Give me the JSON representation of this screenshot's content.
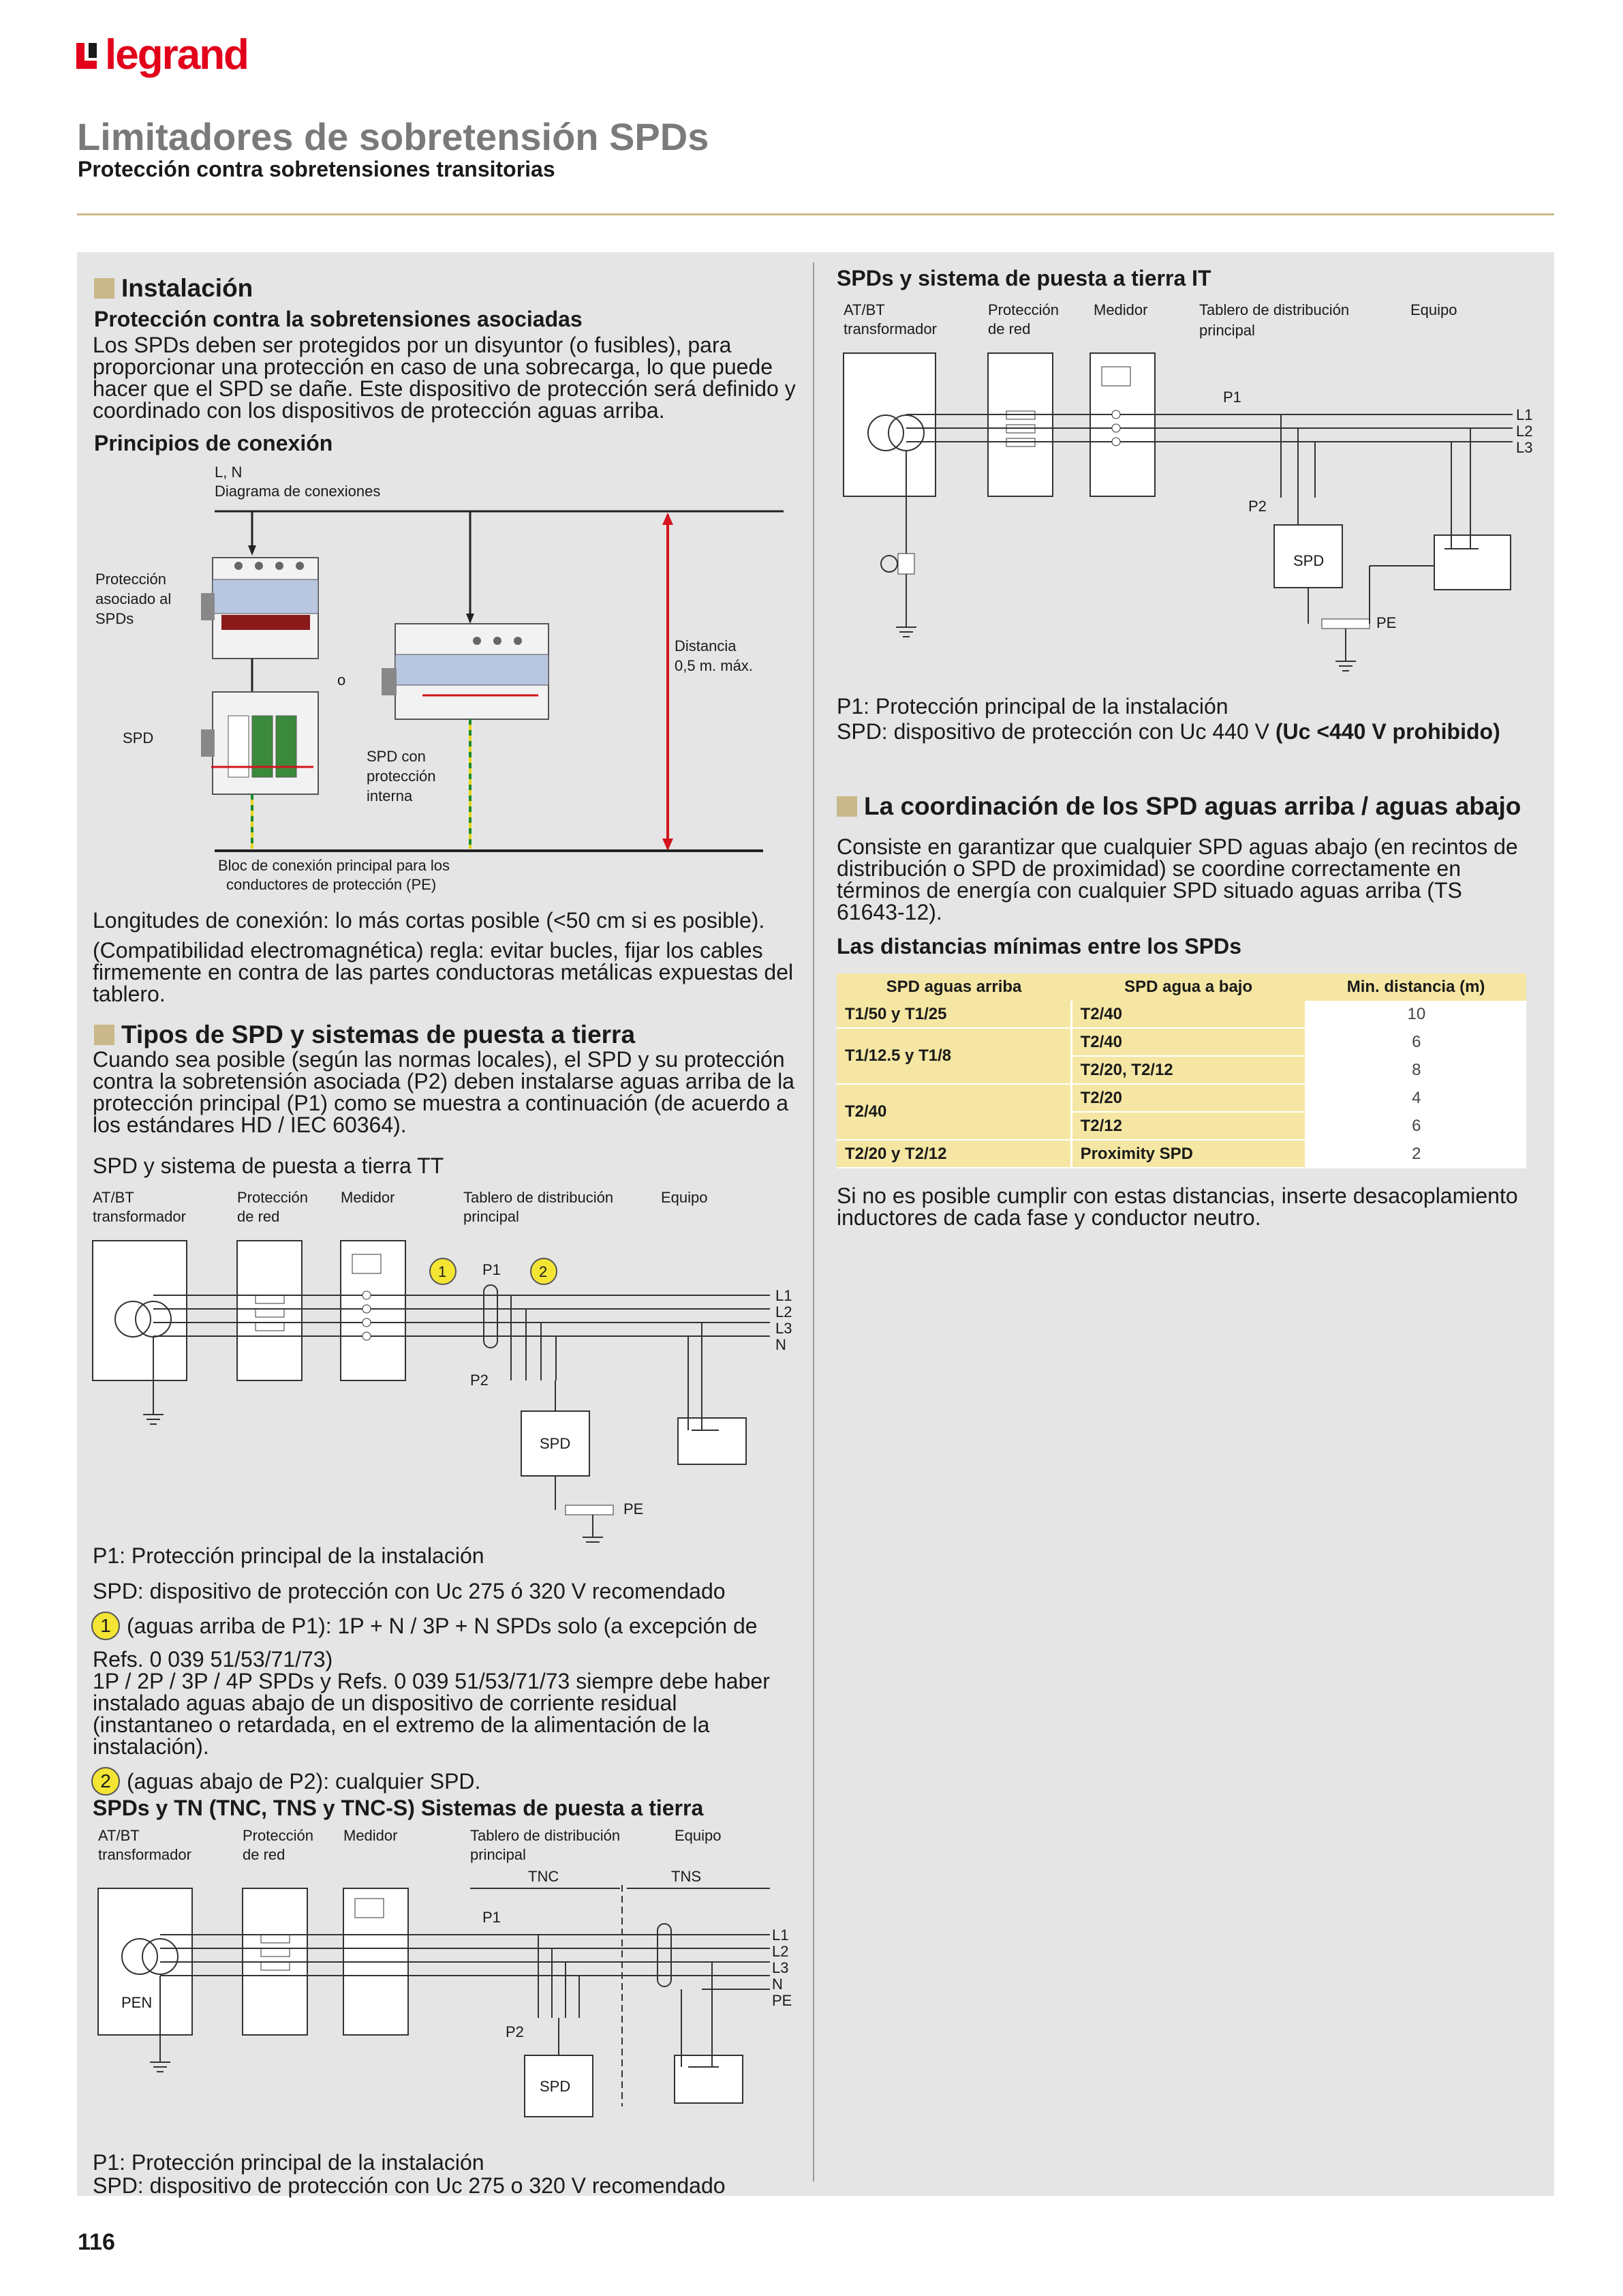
{
  "brand": {
    "name": "legrand"
  },
  "header": {
    "title": "Limitadores de sobretensión SPDs",
    "subtitle": "Protección contra sobretensiones transitorias"
  },
  "installation": {
    "heading": "Instalación",
    "sub1": "Protección contra la sobretensiones  asociadas",
    "para1": "Los SPDs  deben ser protegidos  por un disyuntor (o fusibles), para proporcionar una protección en caso de una sobrecarga, lo que puede hacer que el SPD se dañe. Este dispositivo de protección será definido y coordinado con los dispositivos de protección aguas arriba.",
    "sub2": "Principios de conexión",
    "diagram": {
      "ln": "L, N",
      "diag": "Diagrama de conexiones",
      "prot1": "Protección",
      "prot2": "asociado al",
      "prot3": "SPDs",
      "o": "o",
      "spd": "SPD",
      "spdint1": "SPD con",
      "spdint2": "protección",
      "spdint3": "interna",
      "dist1": "Distancia",
      "dist2": "0,5 m. máx.",
      "bloc1": "Bloc de conexión principal para los",
      "bloc2": "conductores de protección (PE)"
    },
    "para2": "Longitudes de conexión: lo más cortas posible (<50 cm si es posible).",
    "para3": "(Compatibilidad electromagnética) regla: evitar bucles, fijar los cables firmemente en contra de las partes conductoras metálicas expuestas del tablero."
  },
  "types": {
    "heading": "Tipos de SPD y sistemas de puesta a tierra",
    "para": "Cuando sea posible (según las normas locales), el SPD y su protección contra la sobretensión asociada (P2) deben instalarse aguas arriba de la protección principal (P1) como se muestra a continuación (de acuerdo a los estándares HD / IEC 60364).",
    "tt_title": "SPD y sistema de puesta a tierra TT"
  },
  "labels": {
    "atbt1": "AT/BT",
    "atbt2": "transformador",
    "protred1": "Protección",
    "protred2": "de red",
    "medidor": "Medidor",
    "tablero1": "Tablero de distribución",
    "tablero2": "principal",
    "equipo": "Equipo",
    "p1": "P1",
    "p2": "P2",
    "spd": "SPD",
    "pe": "PE",
    "l1": "L1",
    "l2": "L2",
    "l3": "L3",
    "n": "N",
    "pen": "PEN",
    "tnc": "TNC",
    "tns": "TNS",
    "num1": "1",
    "num2": "2"
  },
  "tt_notes": {
    "p1": "P1: Protección principal de la instalación",
    "spd": "SPD: dispositivo de protección con Uc 275 ó 320 V  recomendado",
    "n1_text": "(aguas arriba de P1): 1P + N / 3P + N  SPDs  solo (a excepción de",
    "n1_refs": "Refs.  0 039 51/53/71/73)",
    "n1_more": "1P / 2P / 3P / 4P SPDs  y Refs. 0 039 51/53/71/73 siempre debe haber instalado aguas abajo de un dispositivo de corriente residual (instantaneo o retardada, en el extremo de la alimentación de la instalación).",
    "n2_text": "(aguas abajo de P2): cualquier SPD."
  },
  "tn": {
    "title": "SPDs  y TN (TNC, TNS y TNC-S) Sistemas de puesta a tierra",
    "p1": "P1: Protección principal de la instalación",
    "spd": "SPD: dispositivo de protección con Uc 275 o 320 V  recomendado"
  },
  "it": {
    "title": "SPDs y sistema de puesta a tierra  IT",
    "p1": "P1: Protección principal de la instalación",
    "spd_a": "SPD: dispositivo de protección con Uc 440 V ",
    "spd_b": "(Uc <440 V prohibido)"
  },
  "coord": {
    "heading": "La coordinación de los SPD aguas arriba / aguas abajo",
    "para": "Consiste en garantizar que cualquier SPD aguas abajo (en recintos de distribución o SPD de proximidad) se coordine correctamente en términos de energía con cualquier SPD situado aguas arriba (TS 61643-12).",
    "sub": "Las distancias mínimas entre los SPDs",
    "table": {
      "headers": [
        "SPD aguas arriba",
        "SPD agua a bajo",
        "Min. distancia (m)"
      ],
      "rows": [
        {
          "up": "T1/50 y T1/25",
          "down": "T2/40",
          "dist": "10"
        },
        {
          "up": "T1/12.5 y T1/8",
          "down": "T2/40",
          "dist": "6"
        },
        {
          "up": "",
          "down": "T2/20, T2/12",
          "dist": "8"
        },
        {
          "up": "T2/40",
          "down": "T2/20",
          "dist": "4"
        },
        {
          "up": "",
          "down": "T2/12",
          "dist": "6"
        },
        {
          "up": "T2/20 y T2/12",
          "down": "Proximity SPD",
          "dist": "2"
        }
      ]
    },
    "para2": "Si no es posible cumplir con estas distancias, inserte desacoplamiento inductores de cada fase y conductor neutro."
  },
  "footer": {
    "page": "116"
  }
}
